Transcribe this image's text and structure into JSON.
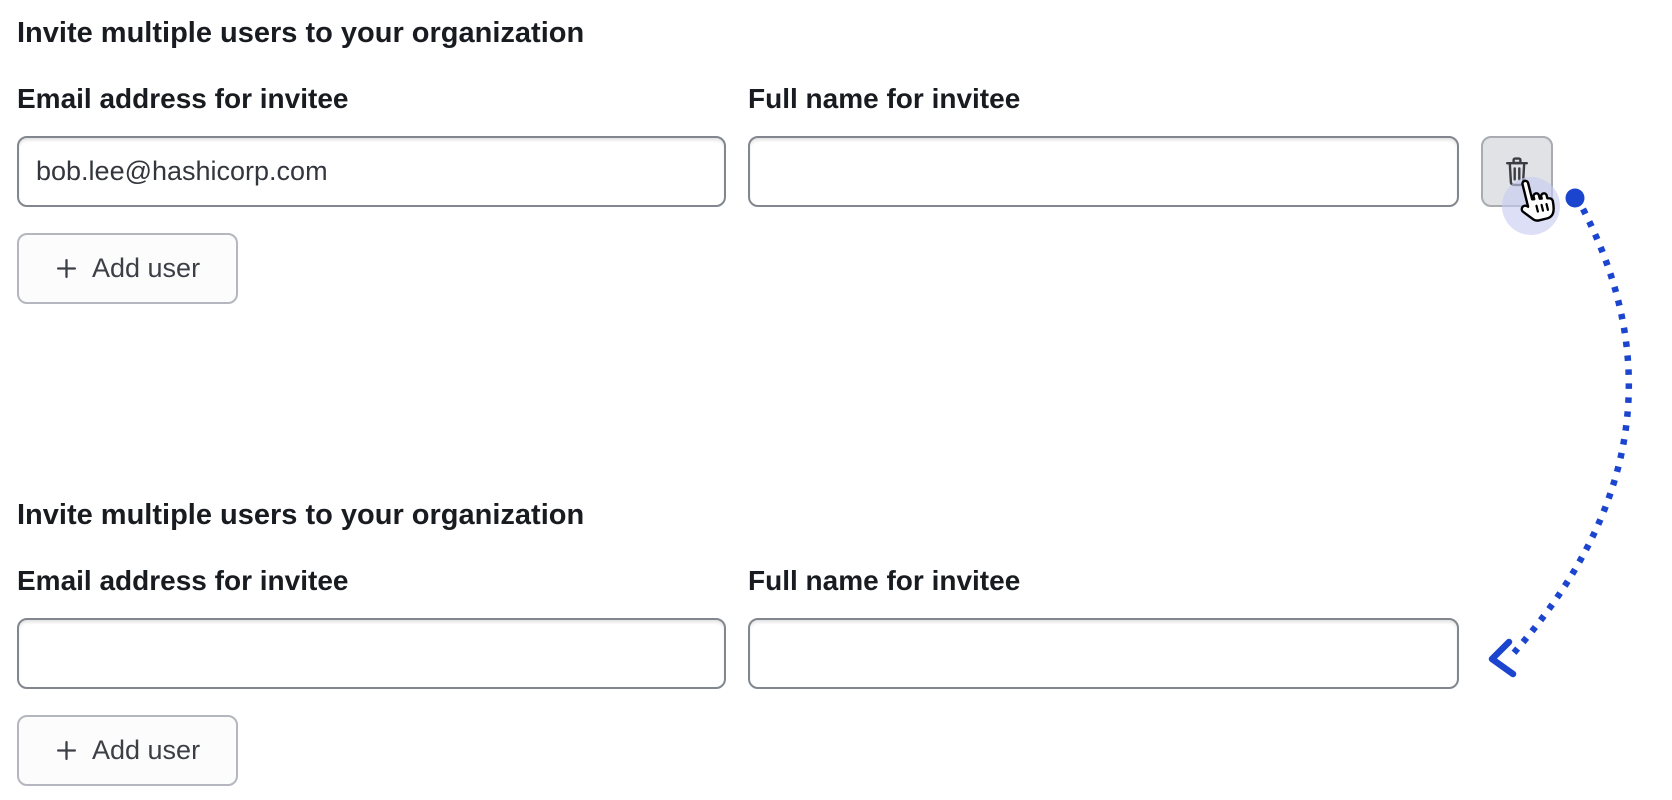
{
  "colors": {
    "accent_blue": "#1c45cf",
    "cursor_halo_lavender": "#c6cbf0",
    "text_primary": "#181b20",
    "input_text": "#33373d",
    "input_border": "#82878f",
    "button_border": "#b4b7bd",
    "button_bg": "#fcfcfd",
    "delete_button_bg": "#e0e2e6",
    "delete_button_border": "#a8abb2",
    "icon_color": "#3a3d43"
  },
  "sections": [
    {
      "heading": "Invite multiple users to your organization",
      "email_field": {
        "label": "Email address for invitee",
        "value": "bob.lee@hashicorp.com"
      },
      "name_field": {
        "label": "Full name for invitee",
        "value": ""
      },
      "add_user_button": {
        "icon": "plus-icon",
        "label": "Add user"
      },
      "delete_button": {
        "icon": "trash-icon"
      }
    },
    {
      "heading": "Invite multiple users to your organization",
      "email_field": {
        "label": "Email address for invitee",
        "value": ""
      },
      "name_field": {
        "label": "Full name for invitee",
        "value": ""
      },
      "add_user_button": {
        "icon": "plus-icon",
        "label": "Add user"
      }
    }
  ],
  "overlay": {
    "cursor_icon": "hand-pointer-cursor",
    "arrow": {
      "style": "dotted",
      "color": "#1c45cf",
      "from": "delete-button",
      "to": "second-form-row"
    }
  }
}
